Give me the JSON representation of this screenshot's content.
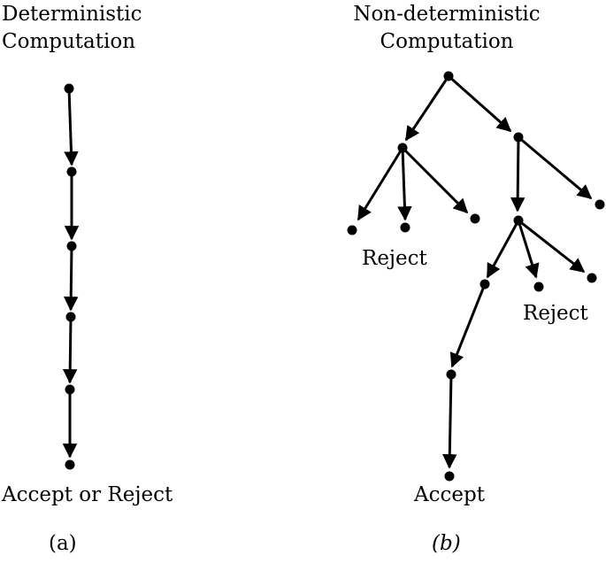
{
  "panel_a": {
    "title_line1": "Deterministic",
    "title_line2": "Computation",
    "end_label": "Accept or Reject",
    "caption": "(a)"
  },
  "panel_b": {
    "title_line1": "Non-deterministic",
    "title_line2": "Computation",
    "reject_label_1": "Reject",
    "reject_label_2": "Reject",
    "accept_label": "Accept",
    "caption": "(b)"
  },
  "colors": {
    "ink": "#000000",
    "background": "#ffffff"
  }
}
